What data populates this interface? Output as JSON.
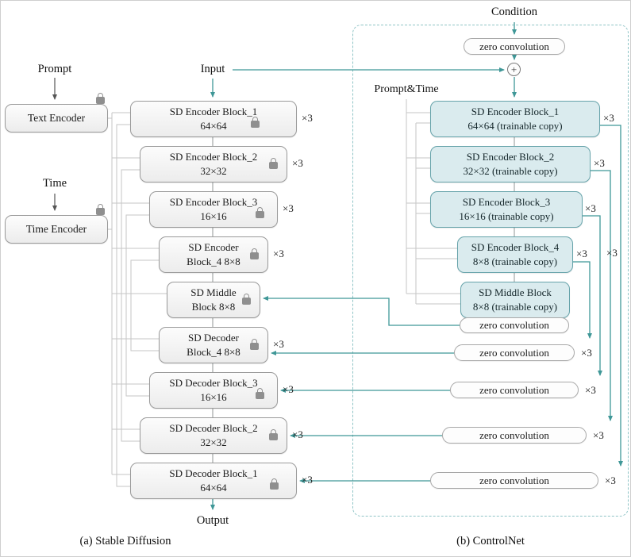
{
  "figure": {
    "left_caption": "(a) Stable Diffusion",
    "right_caption": "(b) ControlNet"
  },
  "sd": {
    "prompt_label": "Prompt",
    "time_label": "Time",
    "input_label": "Input",
    "output_label": "Output",
    "text_encoder": "Text Encoder",
    "time_encoder": "Time Encoder",
    "blocks": [
      {
        "title": "SD Encoder Block_1",
        "subtitle": "64×64",
        "mult": "×3"
      },
      {
        "title": "SD Encoder Block_2",
        "subtitle": "32×32",
        "mult": "×3"
      },
      {
        "title": "SD Encoder Block_3",
        "subtitle": "16×16",
        "mult": "×3"
      },
      {
        "title": "SD Encoder",
        "subtitle": "Block_4 8×8",
        "mult": "×3"
      },
      {
        "title": "SD Middle",
        "subtitle": "Block 8×8",
        "mult": ""
      },
      {
        "title": "SD Decoder",
        "subtitle": "Block_4 8×8",
        "mult": "×3"
      },
      {
        "title": "SD Decoder Block_3",
        "subtitle": "16×16",
        "mult": "×3"
      },
      {
        "title": "SD Decoder Block_2",
        "subtitle": "32×32",
        "mult": "×3"
      },
      {
        "title": "SD Decoder Block_1",
        "subtitle": "64×64",
        "mult": "×3"
      }
    ]
  },
  "controlnet": {
    "condition_label": "Condition",
    "prompt_time_label": "Prompt&Time",
    "top_zero_conv": "zero convolution",
    "plus_symbol": "+",
    "rail_mult": "×3",
    "blocks": [
      {
        "title": "SD Encoder Block_1",
        "subtitle": "64×64 (trainable copy)",
        "mult": "×3"
      },
      {
        "title": "SD Encoder Block_2",
        "subtitle": "32×32 (trainable copy)",
        "mult": "×3"
      },
      {
        "title": "SD Encoder Block_3",
        "subtitle": "16×16 (trainable copy)",
        "mult": "×3"
      },
      {
        "title": "SD Encoder Block_4",
        "subtitle": "8×8 (trainable copy)",
        "mult": "×3"
      },
      {
        "title": "SD Middle Block",
        "subtitle": "8×8 (trainable copy)",
        "mult": ""
      }
    ],
    "zero_convs": [
      {
        "label": "zero convolution",
        "mult": ""
      },
      {
        "label": "zero convolution",
        "mult": "×3"
      },
      {
        "label": "zero convolution",
        "mult": "×3"
      },
      {
        "label": "zero convolution",
        "mult": "×3"
      },
      {
        "label": "zero convolution",
        "mult": "×3"
      }
    ]
  },
  "colors": {
    "teal": "#3f9797",
    "line-gray": "#c6c6c6",
    "flow-gray": "#9aa0a0",
    "dark": "#555555",
    "box-border": "#9a9a9a",
    "blue-fill": "#daebee",
    "blue-border": "#66a3aa",
    "dash-border": "#8fc4c6",
    "lock": "#8f8f8f"
  }
}
